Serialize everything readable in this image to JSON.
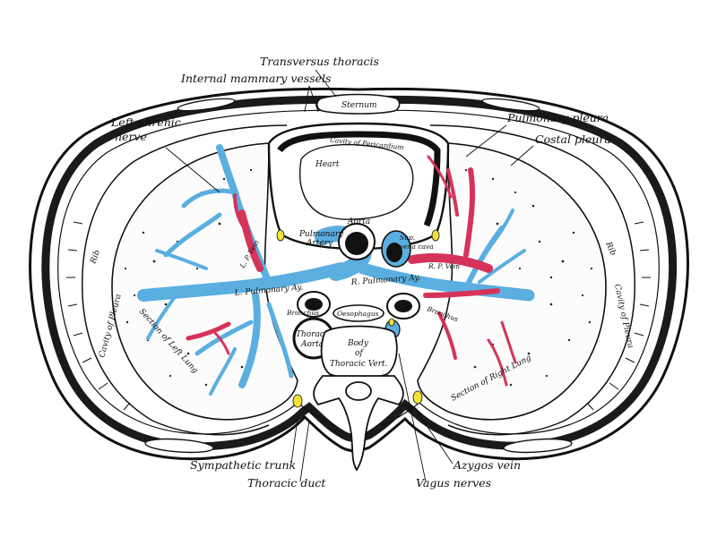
{
  "figure": {
    "colors": {
      "vein": "#5aaee0",
      "artery": "#d6335a",
      "nerve": "#f2e23a",
      "ink": "#111111",
      "paper": "#ffffff"
    },
    "labels": {
      "transversus_thoracis": "Transversus thoracis",
      "internal_mammary_vessels": "Internal mammary vessels",
      "left_phrenic_nerve_1": "Left phrenic",
      "left_phrenic_nerve_2": "nerve",
      "pulmonary_pleura": "Pulmonary pleura",
      "costal_pleura": "Costal pleura",
      "sympathetic_trunk": "Sympathetic trunk",
      "thoracic_duct": "Thoracic duct",
      "azygos_vein": "Azygos vein",
      "vagus_nerves": "Vagus nerves"
    },
    "inner_labels": {
      "sternum": "Sternum",
      "heart": "Heart",
      "cavity_of_pericardium": "Cavity of Pericardium",
      "aorta": "Aorta",
      "pulmonary_artery_1": "Pulmonary",
      "pulmonary_artery_2": "Artery",
      "sup_vena_cava_1": "Sup.",
      "sup_vena_cava_2": "vena cava",
      "l_pulmonary_ay": "L. Pulmonary Ay.",
      "r_pulmonary_ay": "R. Pulmonary Ay.",
      "l_pulmonary_vein": "L. P. Vein",
      "r_pulmonary_vein": "R. P. Vein",
      "bronchus_left": "Bronchus",
      "bronchus_right": "Bronchus",
      "oesophagus": "Oesophagus",
      "thoracic_aorta_1": "Thoracic",
      "thoracic_aorta_2": "Aorta",
      "body_1": "Body",
      "body_2": "of",
      "body_3": "Thoracic Vert.",
      "section_left_lung": "Section of Left Lung",
      "section_right_lung": "Section of Right Lung",
      "rib_left": "Rib",
      "rib_right": "Rib",
      "cavity_pleura_left": "Cavity of Pleura",
      "cavity_pleura_right": "Cavity of Pleura"
    }
  }
}
